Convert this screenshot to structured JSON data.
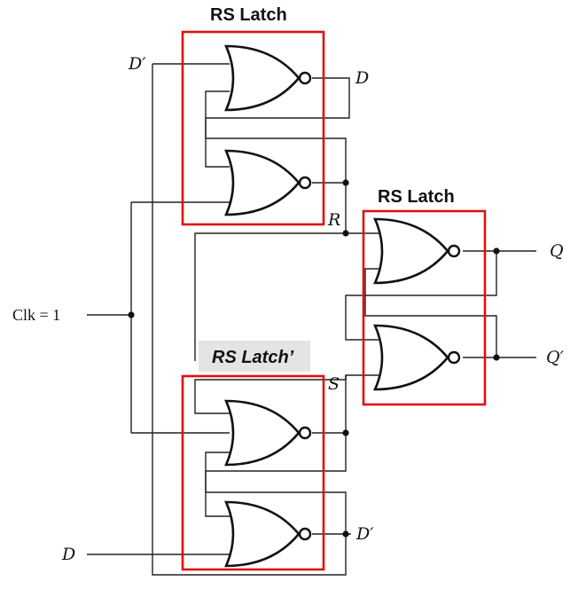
{
  "blocks": {
    "top_latch": "RS Latch",
    "right_latch": "RS Latch",
    "bottom_latch": "RS Latch’"
  },
  "signals": {
    "d_prime_in": "D′",
    "d_out": "D",
    "r": "R",
    "s": "S",
    "clk": "Clk = 1",
    "q": "Q",
    "q_prime": "Q′",
    "d_in": "D",
    "d_prime_out": "D′"
  },
  "colors": {
    "block_outline": "#e01010",
    "wire": "#222222",
    "tag_background": "#e4e4e4"
  }
}
